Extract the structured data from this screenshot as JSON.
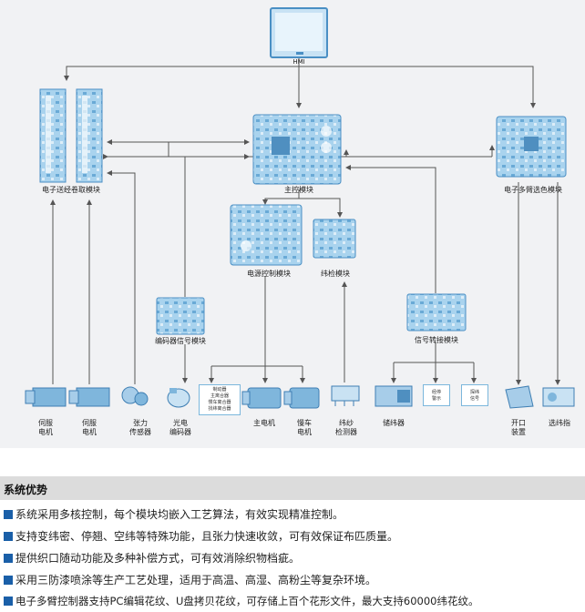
{
  "diagram": {
    "hmi": "HMI",
    "main_control": "主控模块",
    "warp_module": "电子送经卷取模块",
    "color_module": "电子多臂选色模块",
    "power_module": "电源控制模块",
    "weft_module": "纬检模块",
    "encoder_module": "编码器信号模块",
    "signal_module": "信号转接模块",
    "servo1": [
      "伺服",
      "电机"
    ],
    "servo2": [
      "伺服",
      "电机"
    ],
    "tension": [
      "张力",
      "传感器"
    ],
    "photo_encoder": [
      "光电",
      "编码器"
    ],
    "brake_box": [
      "制动器",
      "主离合器",
      "慢车离合器",
      "找纬离合器"
    ],
    "main_motor": "主电机",
    "slow_motor": [
      "慢车",
      "电机"
    ],
    "weft_detector": [
      "纬纱",
      "检测器"
    ],
    "weft_storage": "储纬器",
    "shuttle_box": [
      "经停",
      "警示"
    ],
    "pick_box": [
      "探纬",
      "信号"
    ],
    "open_device": [
      "开口",
      "装置"
    ],
    "selector": "选纬指"
  },
  "advantages": {
    "title": "系统优势",
    "items": [
      "系统采用多核控制，每个模块均嵌入工艺算法，有效实现精准控制。",
      "支持变纬密、停翘、空纬等特殊功能，且张力快速收敛，可有效保证布匹质量。",
      "提供织口随动功能及多种补偿方式，可有效消除织物档疵。",
      "采用三防漆喷涂等生产工艺处理，适用于高温、高湿、高粉尘等复杂环境。",
      "电子多臂控制器支持PC编辑花纹、U盘拷贝花纹，可存储上百个花形文件，最大支持60000纬花纹。"
    ]
  },
  "colors": {
    "accent": "#1a5fa8",
    "pcb": "#8fc4e6",
    "line": "#555555"
  }
}
